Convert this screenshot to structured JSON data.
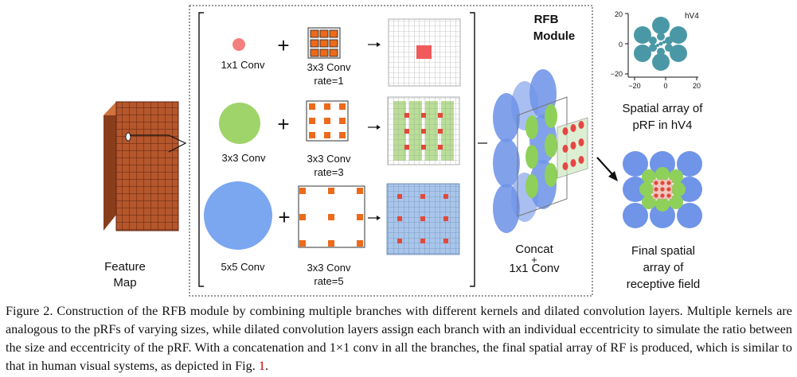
{
  "feature_map": {
    "label_line1": "Feature",
    "label_line2": "Map",
    "colors": {
      "face": "#b5562b",
      "side": "#8a3d1b",
      "top": "#d0733f",
      "grid": "#5a2410"
    }
  },
  "rfb_module": {
    "title_line1": "RFB",
    "title_line2": "Module"
  },
  "branches": [
    {
      "kernel_label": "1x1 Conv",
      "conv_label": "3x3 Conv",
      "rate_label": "rate=1",
      "kernel_color": "#f47f7f",
      "dot_color": "#ec6a1a"
    },
    {
      "kernel_label": "3x3 Conv",
      "conv_label": "3x3 Conv",
      "rate_label": "rate=3",
      "kernel_color": "#9fd46a",
      "dot_color": "#ec6a1a"
    },
    {
      "kernel_label": "5x5 Conv",
      "conv_label": "3x3 Conv",
      "rate_label": "rate=5",
      "kernel_color": "#7ba6f0",
      "dot_color": "#ec6a1a"
    }
  ],
  "operators": {
    "plus": "+",
    "arrow": "→"
  },
  "concat": {
    "line1": "Concat",
    "plus": "+",
    "line2": "1x1 Conv"
  },
  "hv4_chart": {
    "label": "hV4",
    "y_ticks": [
      "20",
      "0",
      "−20"
    ],
    "x_ticks": [
      "−20",
      "0",
      "20"
    ],
    "color": "#4a98a6"
  },
  "hv4_caption": {
    "line1": "Spatial array of",
    "line2": "pRF in hV4"
  },
  "final_array": {
    "line1": "Final spatial",
    "line2": "array of",
    "line3": "receptive field"
  },
  "caption": {
    "text": "Figure 2. Construction of the RFB module by combining multiple branches with different kernels and dilated convolution layers. Multiple kernels are analogous to the pRFs of varying sizes, while dilated convolution layers assign each branch with an individual eccentricity to simulate the ratio between the size and eccentricity of the pRF. With a concatenation and 1×1 conv in all the branches, the final spatial array of RF is produced, which is similar to that in human visual systems, as depicted in Fig. ",
    "fig_ref": "1",
    "end": "."
  }
}
